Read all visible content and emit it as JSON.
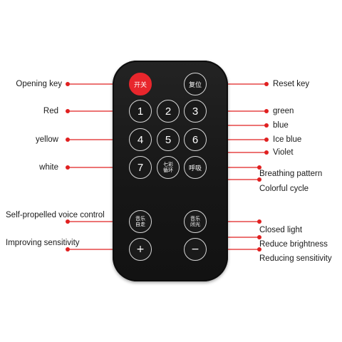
{
  "remote": {
    "buttons": {
      "power": "开关",
      "reset": "复位",
      "one": "1",
      "two": "2",
      "three": "3",
      "four": "4",
      "five": "5",
      "six": "6",
      "seven": "7",
      "colorful_cycle": "七彩循环",
      "breathing": "呼吸",
      "music_self": "音乐自走",
      "music_off": "音乐闭光",
      "plus": "+",
      "minus": "−"
    }
  },
  "labels": {
    "opening_key": "Opening key",
    "red": "Red",
    "yellow": "yellow",
    "white": "white",
    "self_propelled": "Self-propelled voice control",
    "improving_sensitivity": "Improving sensitivity",
    "reset_key": "Reset key",
    "green": "green",
    "blue": "blue",
    "ice_blue": "Ice blue",
    "violet": "Violet",
    "breathing_pattern": "Breathing pattern",
    "colorful_cycle": "Colorful cycle",
    "closed_light": "Closed light",
    "reduce_brightness": "Reduce brightness",
    "reducing_sensitivity": "Reducing sensitivity"
  },
  "colors": {
    "leader_line": "#e02020",
    "remote_body": "#161616",
    "power_button": "#e8262c"
  }
}
